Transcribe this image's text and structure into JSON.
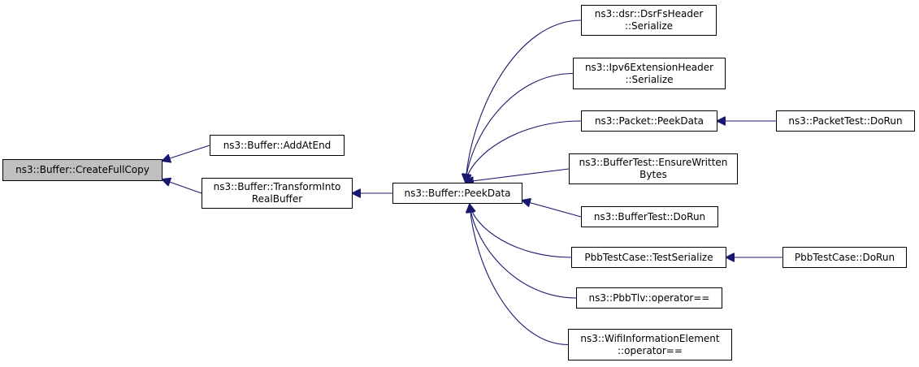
{
  "colors": {
    "edge": "#191970",
    "root_fill": "#bfbfbf",
    "node_fill": "#ffffff",
    "border": "#000000"
  },
  "nodes": {
    "create_full_copy": {
      "lines": [
        "ns3::Buffer::CreateFullCopy"
      ]
    },
    "add_at_end": {
      "lines": [
        "ns3::Buffer::AddAtEnd"
      ]
    },
    "transform_into_real_buffer": {
      "lines": [
        "ns3::Buffer::TransformInto",
        "RealBuffer"
      ]
    },
    "buffer_peek_data": {
      "lines": [
        "ns3::Buffer::PeekData"
      ]
    },
    "dsr_fs_header_serialize": {
      "lines": [
        "ns3::dsr::DsrFsHeader",
        "::Serialize"
      ]
    },
    "ipv6_extension_header_serialize": {
      "lines": [
        "ns3::Ipv6ExtensionHeader",
        "::Serialize"
      ]
    },
    "packet_peek_data": {
      "lines": [
        "ns3::Packet::PeekData"
      ]
    },
    "packet_test_do_run": {
      "lines": [
        "ns3::PacketTest::DoRun"
      ]
    },
    "buffer_test_ensure_written_bytes": {
      "lines": [
        "ns3::BufferTest::EnsureWritten",
        "Bytes"
      ]
    },
    "buffer_test_do_run": {
      "lines": [
        "ns3::BufferTest::DoRun"
      ]
    },
    "pbb_test_case_test_serialize": {
      "lines": [
        "PbbTestCase::TestSerialize"
      ]
    },
    "pbb_test_case_do_run": {
      "lines": [
        "PbbTestCase::DoRun"
      ]
    },
    "pbb_tlv_operator_eq": {
      "lines": [
        "ns3::PbbTlv::operator=="
      ]
    },
    "wifi_information_element_operator_eq": {
      "lines": [
        "ns3::WifiInformationElement",
        "::operator=="
      ]
    }
  },
  "edges": [
    {
      "from": "add_at_end",
      "to": "create_full_copy"
    },
    {
      "from": "transform_into_real_buffer",
      "to": "create_full_copy"
    },
    {
      "from": "buffer_peek_data",
      "to": "transform_into_real_buffer"
    },
    {
      "from": "dsr_fs_header_serialize",
      "to": "buffer_peek_data"
    },
    {
      "from": "ipv6_extension_header_serialize",
      "to": "buffer_peek_data"
    },
    {
      "from": "packet_peek_data",
      "to": "buffer_peek_data"
    },
    {
      "from": "buffer_test_ensure_written_bytes",
      "to": "buffer_peek_data"
    },
    {
      "from": "buffer_test_do_run",
      "to": "buffer_peek_data"
    },
    {
      "from": "pbb_test_case_test_serialize",
      "to": "buffer_peek_data"
    },
    {
      "from": "pbb_tlv_operator_eq",
      "to": "buffer_peek_data"
    },
    {
      "from": "wifi_information_element_operator_eq",
      "to": "buffer_peek_data"
    },
    {
      "from": "packet_test_do_run",
      "to": "packet_peek_data"
    },
    {
      "from": "pbb_test_case_do_run",
      "to": "pbb_test_case_test_serialize"
    }
  ]
}
